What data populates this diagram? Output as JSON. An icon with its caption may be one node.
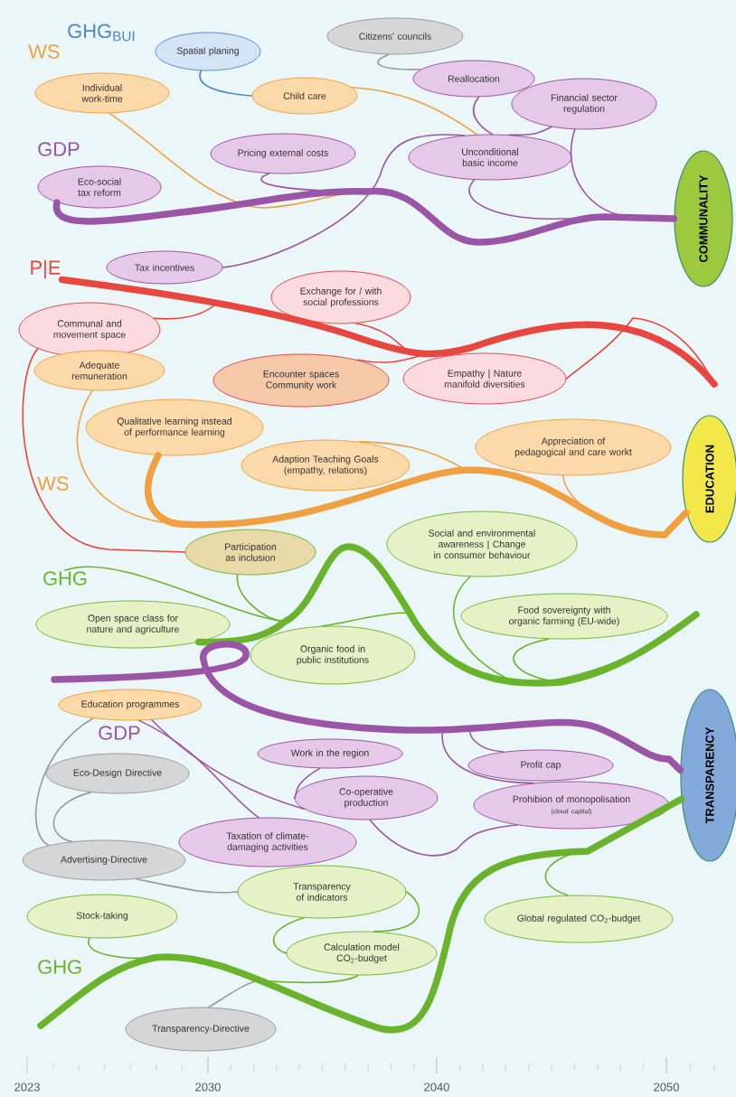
{
  "diagram": {
    "nodes": [
      {
        "text": [
          "Spatial planing"
        ]
      },
      {
        "text": [
          "Citizens' councils"
        ]
      },
      {
        "text": [
          "Individual work-time"
        ]
      },
      {
        "text": [
          "Child care"
        ]
      },
      {
        "text": [
          "Reallocation"
        ]
      },
      {
        "text": [
          "Financial sector regulation"
        ]
      },
      {
        "text": [
          "Pricing external costs"
        ]
      },
      {
        "text": [
          "Unconditional basic income"
        ]
      },
      {
        "text": [
          "Eco-social tax reform"
        ]
      },
      {
        "text": [
          "Tax incentives"
        ]
      },
      {
        "text": [
          "COMMUNALITY"
        ]
      },
      {
        "text": [
          "P|E"
        ]
      },
      {
        "text": [
          "Communal and movement space"
        ]
      },
      {
        "text": [
          "Exchange for / with social professions"
        ]
      },
      {
        "text": [
          "Encounter spaces Community work"
        ]
      },
      {
        "text": [
          "Empathy | Nature manifold diversities"
        ]
      },
      {
        "text": [
          "Adequate remuneration"
        ]
      },
      {
        "text": [
          "Qualitative learning instead of performance learning"
        ]
      },
      {
        "text": [
          "Adaption Teaching Goals (empathy, relations)"
        ]
      },
      {
        "text": [
          "Appreciation of pedagogical and care workt"
        ]
      },
      {
        "text": [
          "EDUCATION"
        ]
      },
      {
        "text": [
          "Participation as inclusion"
        ]
      },
      {
        "text": [
          "Social and environmental awareness | Change in consumer behaviour"
        ]
      },
      {
        "text": [
          "GHG"
        ]
      },
      {
        "text": [
          "Open space class for nature and agriculture"
        ]
      },
      {
        "text": [
          "Food sovereignty with organic farming (EU-wide)"
        ]
      },
      {
        "text": [
          "Organic food in public institutions"
        ]
      },
      {
        "text": [
          "Education programmes"
        ]
      },
      {
        "text": [
          "Eco-Design Directive"
        ]
      },
      {
        "text": [
          "Work in the region"
        ]
      },
      {
        "text": [
          "Profit cap"
        ]
      },
      {
        "text": [
          "Co-operative production"
        ]
      },
      {
        "text": [
          "Prohibion of monopolisation",
          "(cloud capital)"
        ]
      },
      {
        "text": [
          "Taxation of climate-damaging activities"
        ]
      },
      {
        "text": [
          "TRANSPARENCY"
        ]
      },
      {
        "text": [
          "Advertising-Directive"
        ]
      },
      {
        "text": [
          "Transparency of indicators"
        ]
      },
      {
        "text": [
          "Stock-taking"
        ]
      },
      {
        "text": [
          "Global regulated CO$_{2}$-budget"
        ]
      },
      {
        "text": [
          "Calculation model CO$_{2}$-budget"
        ]
      },
      {
        "text": [
          "Transparency-Directive"
        ]
      }
    ],
    "edges": [
      {
        "from": 0,
        "to": 3,
        "arrow": "none",
        "color": "#4a86c8"
      },
      {
        "from": 1,
        "to": 4,
        "arrow": "none",
        "color": "#9a9a9a"
      },
      {
        "from": 2,
        "to": 10,
        "arrow": "none",
        "color": "#f0a040"
      },
      {
        "from": 3,
        "to": 7,
        "arrow": "none",
        "color": "#f0a040"
      },
      {
        "from": 4,
        "to": 7,
        "arrow": "none"
      },
      {
        "from": 5,
        "to": 7,
        "arrow": "none"
      },
      {
        "from": 5,
        "to": 10,
        "arrow": "none"
      },
      {
        "from": 6,
        "to": 10,
        "arrow": "none"
      },
      {
        "from": 7,
        "to": 10,
        "arrow": "none"
      },
      {
        "from": 8,
        "to": 10,
        "arrow": "none",
        "style": "thick"
      },
      {
        "from": 9,
        "to": 7,
        "arrow": "none"
      },
      {
        "from": 11,
        "to": null,
        "arrow": "none",
        "style": "thick",
        "color": "#e8473f"
      },
      {
        "from": 12,
        "to": null,
        "arrow": "none",
        "color": "#e8473f"
      },
      {
        "from": 13,
        "to": null,
        "arrow": "none",
        "color": "#e8473f"
      },
      {
        "from": 14,
        "to": null,
        "arrow": "none",
        "color": "#e8473f"
      },
      {
        "from": 15,
        "to": null,
        "arrow": "none",
        "color": "#e8473f"
      },
      {
        "from": 12,
        "to": 21,
        "arrow": "none",
        "color": "#e8473f"
      },
      {
        "from": 16,
        "to": 20,
        "arrow": "none",
        "color": "#f0a040"
      },
      {
        "from": 17,
        "to": 20,
        "arrow": "none",
        "style": "thick",
        "color": "#f0a040"
      },
      {
        "from": 18,
        "to": 20,
        "arrow": "none",
        "color": "#f0a040"
      },
      {
        "from": 19,
        "to": 20,
        "arrow": "none",
        "color": "#f0a040"
      },
      {
        "from": 23,
        "to": null,
        "arrow": "none",
        "color": "#6ab42d"
      },
      {
        "from": 21,
        "to": null,
        "arrow": "none",
        "color": "#6ab42d"
      },
      {
        "from": 24,
        "to": null,
        "arrow": "none",
        "style": "thick",
        "color": "#6ab42d"
      },
      {
        "from": 26,
        "to": null,
        "arrow": "none",
        "color": "#6ab42d"
      },
      {
        "from": 22,
        "to": null,
        "arrow": "none",
        "color": "#6ab42d"
      },
      {
        "from": 25,
        "to": null,
        "arrow": "none",
        "color": "#6ab42d"
      },
      {
        "from": null,
        "to": 34,
        "arrow": "none",
        "style": "thick"
      },
      {
        "from": 30,
        "to": 34,
        "arrow": "none"
      },
      {
        "from": 32,
        "to": 34,
        "arrow": "none"
      },
      {
        "from": 31,
        "to": 32,
        "arrow": "none"
      },
      {
        "from": 29,
        "to": 31,
        "arrow": "none"
      },
      {
        "from": 27,
        "to": 31,
        "arrow": "none"
      },
      {
        "from": 27,
        "to": 33,
        "arrow": "none"
      },
      {
        "from": 27,
        "to": 35,
        "arrow": "none",
        "color": "#9a9a9a"
      },
      {
        "from": 28,
        "to": 35,
        "arrow": "none",
        "color": "#9a9a9a"
      },
      {
        "from": 35,
        "to": 36,
        "arrow": "none",
        "color": "#9a9a9a"
      },
      {
        "from": null,
        "to": 34,
        "arrow": "none",
        "style": "thick",
        "color": "#6ab42d"
      },
      {
        "from": 37,
        "to": 34,
        "arrow": "none",
        "color": "#6ab42d"
      },
      {
        "from": 39,
        "to": 34,
        "arrow": "none",
        "color": "#6ab42d"
      },
      {
        "from": 36,
        "to": 39,
        "arrow": "none",
        "color": "#6ab42d"
      },
      {
        "from": 36,
        "to": 39,
        "arrow": "none",
        "color": "#6ab42d"
      },
      {
        "from": 38,
        "to": 34,
        "arrow": "none",
        "color": "#6ab42d"
      },
      {
        "from": 40,
        "to": 34,
        "arrow": "none",
        "color": "#9a9a9a"
      }
    ],
    "labels": [
      "GHG$_{BUI}$",
      "WS",
      "GDP",
      "WS",
      "GDP",
      "GHG",
      "2023",
      "2030",
      "2040",
      "2050"
    ]
  }
}
